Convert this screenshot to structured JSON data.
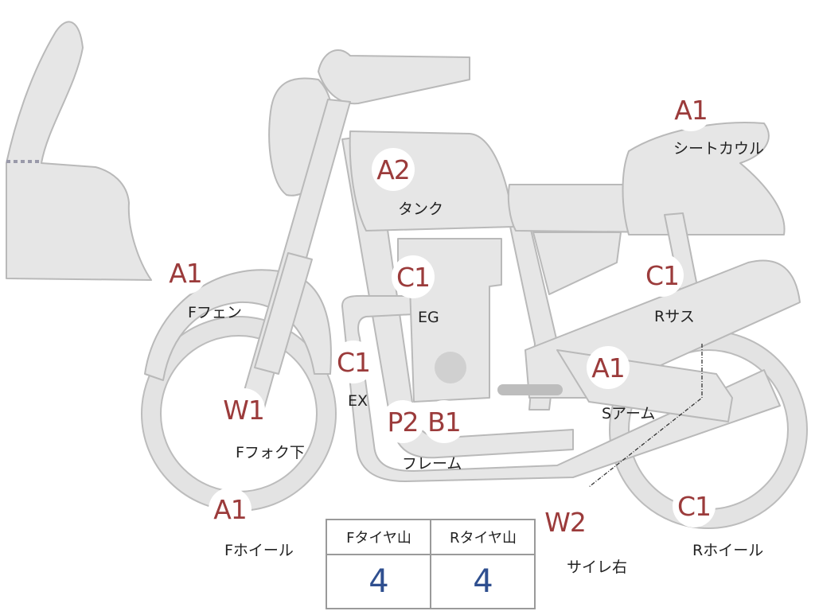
{
  "markers": [
    {
      "id": "seat-cowl",
      "grade": "A1",
      "label": "シートカウル"
    },
    {
      "id": "tank",
      "grade": "A2",
      "label": "タンク"
    },
    {
      "id": "front-fender",
      "grade": "A1",
      "label": "Fフェン"
    },
    {
      "id": "engine",
      "grade": "C1",
      "label": "EG"
    },
    {
      "id": "rear-suspension",
      "grade": "C1",
      "label": "Rサス"
    },
    {
      "id": "exhaust",
      "grade": "C1",
      "label": "EX"
    },
    {
      "id": "swing-arm",
      "grade": "A1",
      "label": "Sアーム"
    },
    {
      "id": "front-fork-lower",
      "grade": "W1",
      "label": "Fフォク下"
    },
    {
      "id": "frame",
      "grade": "P2",
      "grade2": "B1",
      "label": "フレーム"
    },
    {
      "id": "front-wheel",
      "grade": "A1",
      "label": "Fホイール"
    },
    {
      "id": "muffler-right",
      "grade": "W2",
      "label": "サイレ右"
    },
    {
      "id": "rear-wheel",
      "grade": "C1",
      "label": "Rホイール"
    }
  ],
  "tire_table": {
    "front_header": "Fタイヤ山",
    "rear_header": "Rタイヤ山",
    "front_value": "4",
    "rear_value": "4"
  },
  "colors": {
    "grade_text": "#9b3b3b",
    "tread_value": "#2f4f8f",
    "body_fill": "#e6e6e6",
    "outline": "#b9b9b9"
  }
}
